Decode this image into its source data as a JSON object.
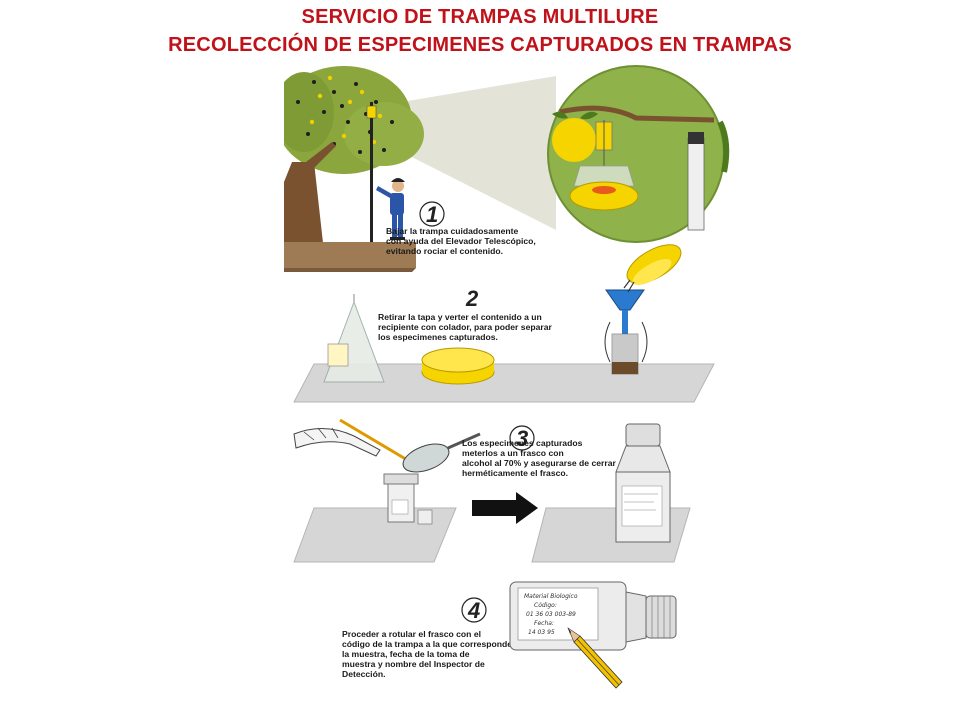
{
  "header": {
    "title_line1": "SERVICIO DE TRAMPAS MULTILURE",
    "title_line2": "RECOLECCIÓN DE ESPECIMENES CAPTURADOS EN TRAMPAS"
  },
  "steps": [
    {
      "number": "1",
      "lines": [
        "Bajar la trampa cuidadosamente",
        "con ayuda del Elevador Telescópico,",
        "evitando rociar el contenido."
      ]
    },
    {
      "number": "2",
      "lines": [
        "Retirar la tapa y verter el contenido a un",
        "recipiente con colador, para poder separar",
        "los especimenes capturados."
      ]
    },
    {
      "number": "3",
      "lines": [
        "Los especimenes capturados",
        "meterlos a un frasco con",
        "alcohol al 70% y asegurarse de cerrar",
        "herméticamente el frasco."
      ]
    },
    {
      "number": "4",
      "lines": [
        "Proceder a rotular el frasco con el",
        "código de la trampa a la que corresponde",
        "la muestra, fecha de la toma de",
        "muestra y nombre del Inspector de",
        "Detección."
      ]
    }
  ],
  "label": {
    "line1": "Material Biologico",
    "line2": "Código:",
    "line3": "01  36  03  003-89",
    "line4": "Fecha:",
    "line5": "14     03     95"
  },
  "colors": {
    "title": "#c0121a",
    "trap_yellow": "#f5d400",
    "foliage": "#8aa63c",
    "trunk": "#7a5230",
    "ground": "#9e7a55",
    "table": "#d6d6d6"
  }
}
